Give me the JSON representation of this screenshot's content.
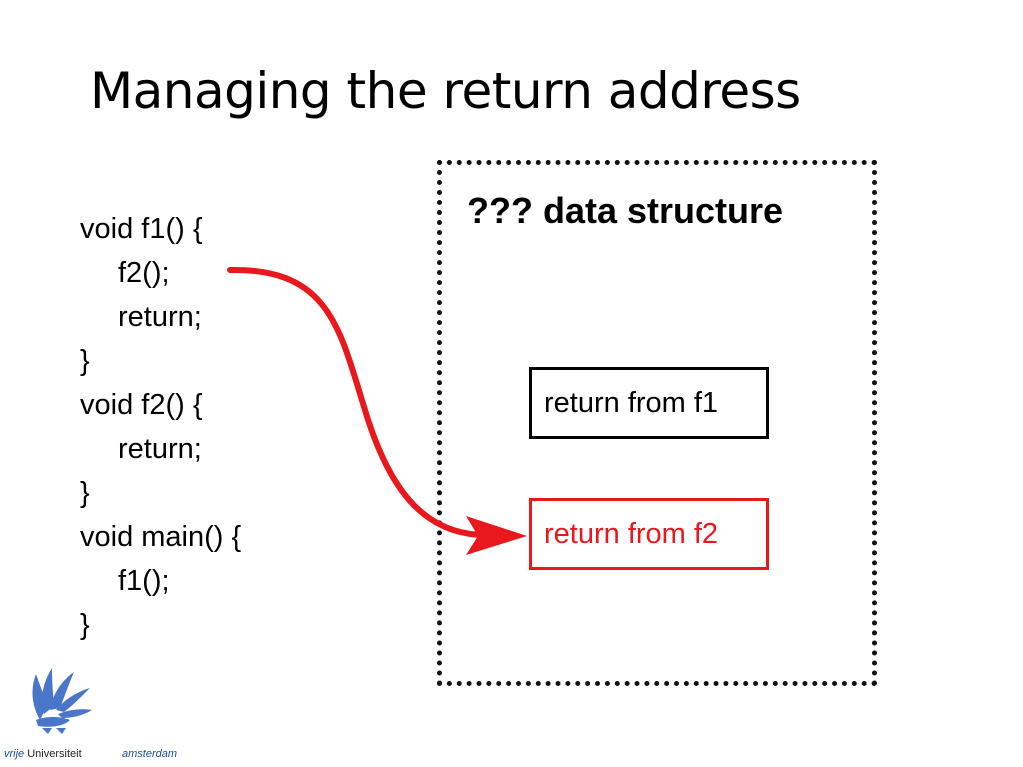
{
  "slide": {
    "title": "Managing the return address"
  },
  "code": {
    "lines": [
      "void f1() {",
      "f2();",
      "return;",
      "}",
      "void f2() {",
      "return;",
      "}",
      "void main() {",
      "f1();",
      "}"
    ]
  },
  "diagram": {
    "container_title": "??? data structure",
    "frames": [
      "return from f1",
      "return from f2"
    ],
    "accent_color": "#e8181d"
  },
  "branding": {
    "logo_icon": "griffin-logo-icon",
    "vrije": "vrije",
    "universiteit": "Universiteit",
    "amsterdam": "amsterdam"
  }
}
